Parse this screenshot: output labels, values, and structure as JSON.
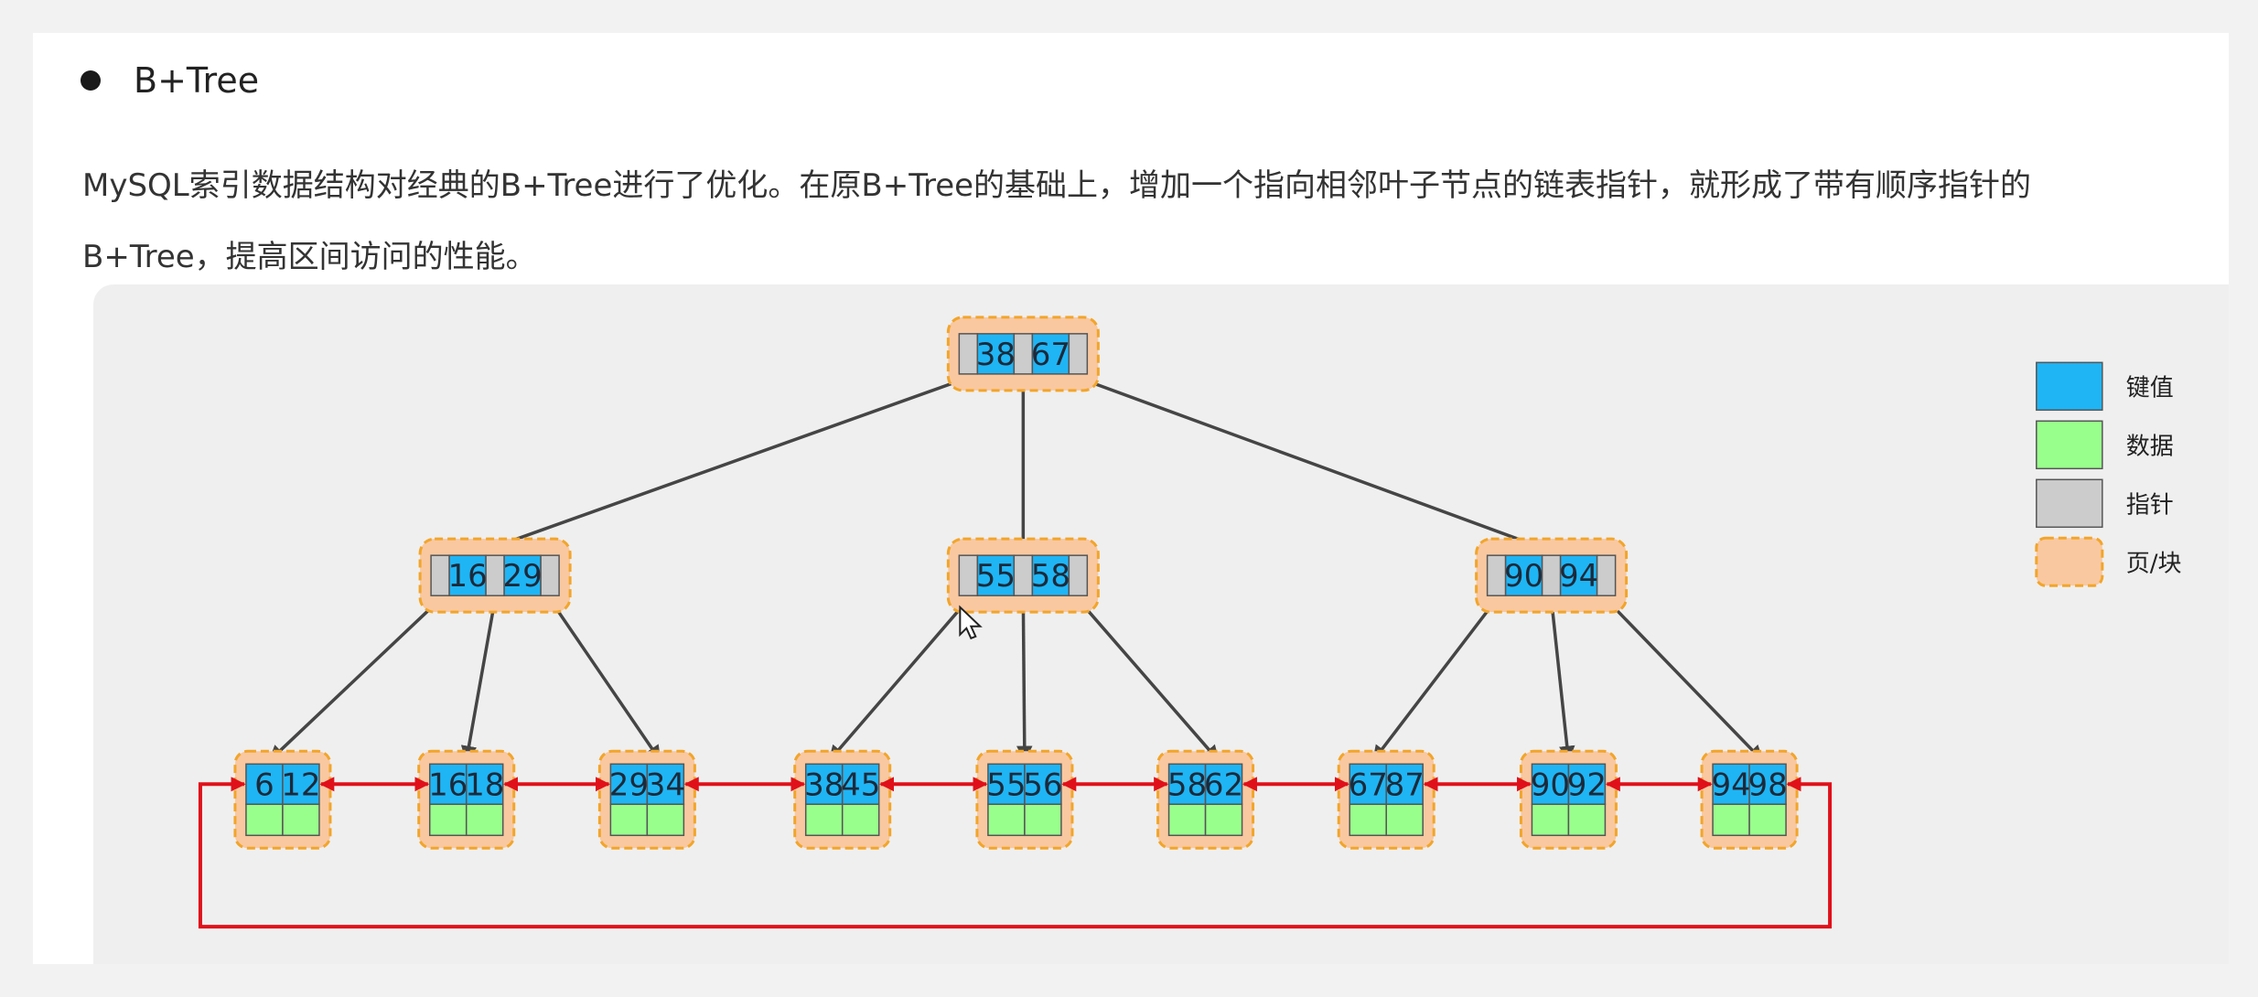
{
  "heading": "B+Tree",
  "paragraph": "MySQL索引数据结构对经典的B+Tree进行了优化。在原B+Tree的基础上，增加一个指向相邻叶子节点的链表指针，就形成了带有顺序指针的B+Tree，提高区间访问的性能。",
  "tree": {
    "root": {
      "keys": [
        "38",
        "67"
      ]
    },
    "internal": [
      {
        "keys": [
          "16",
          "29"
        ]
      },
      {
        "keys": [
          "55",
          "58"
        ]
      },
      {
        "keys": [
          "90",
          "94"
        ]
      }
    ],
    "leaves": [
      {
        "keys": [
          "6",
          "12"
        ]
      },
      {
        "keys": [
          "16",
          "18"
        ]
      },
      {
        "keys": [
          "29",
          "34"
        ]
      },
      {
        "keys": [
          "38",
          "45"
        ]
      },
      {
        "keys": [
          "55",
          "56"
        ]
      },
      {
        "keys": [
          "58",
          "62"
        ]
      },
      {
        "keys": [
          "67",
          "87"
        ]
      },
      {
        "keys": [
          "90",
          "92"
        ]
      },
      {
        "keys": [
          "94",
          "98"
        ]
      }
    ]
  },
  "legend": [
    {
      "label": "键值",
      "color": "#1fb5f5"
    },
    {
      "label": "数据",
      "color": "#99ff8c"
    },
    {
      "label": "指针",
      "color": "#cccccc"
    },
    {
      "label": "页/块",
      "color": "#f9c8a0"
    }
  ],
  "colors": {
    "key": "#1fb5f5",
    "data": "#99ff8c",
    "pointer": "#cccccc",
    "page": "#f9c8a0",
    "page_border": "#f2a52a",
    "edge": "#454545",
    "link": "#e0101a"
  }
}
